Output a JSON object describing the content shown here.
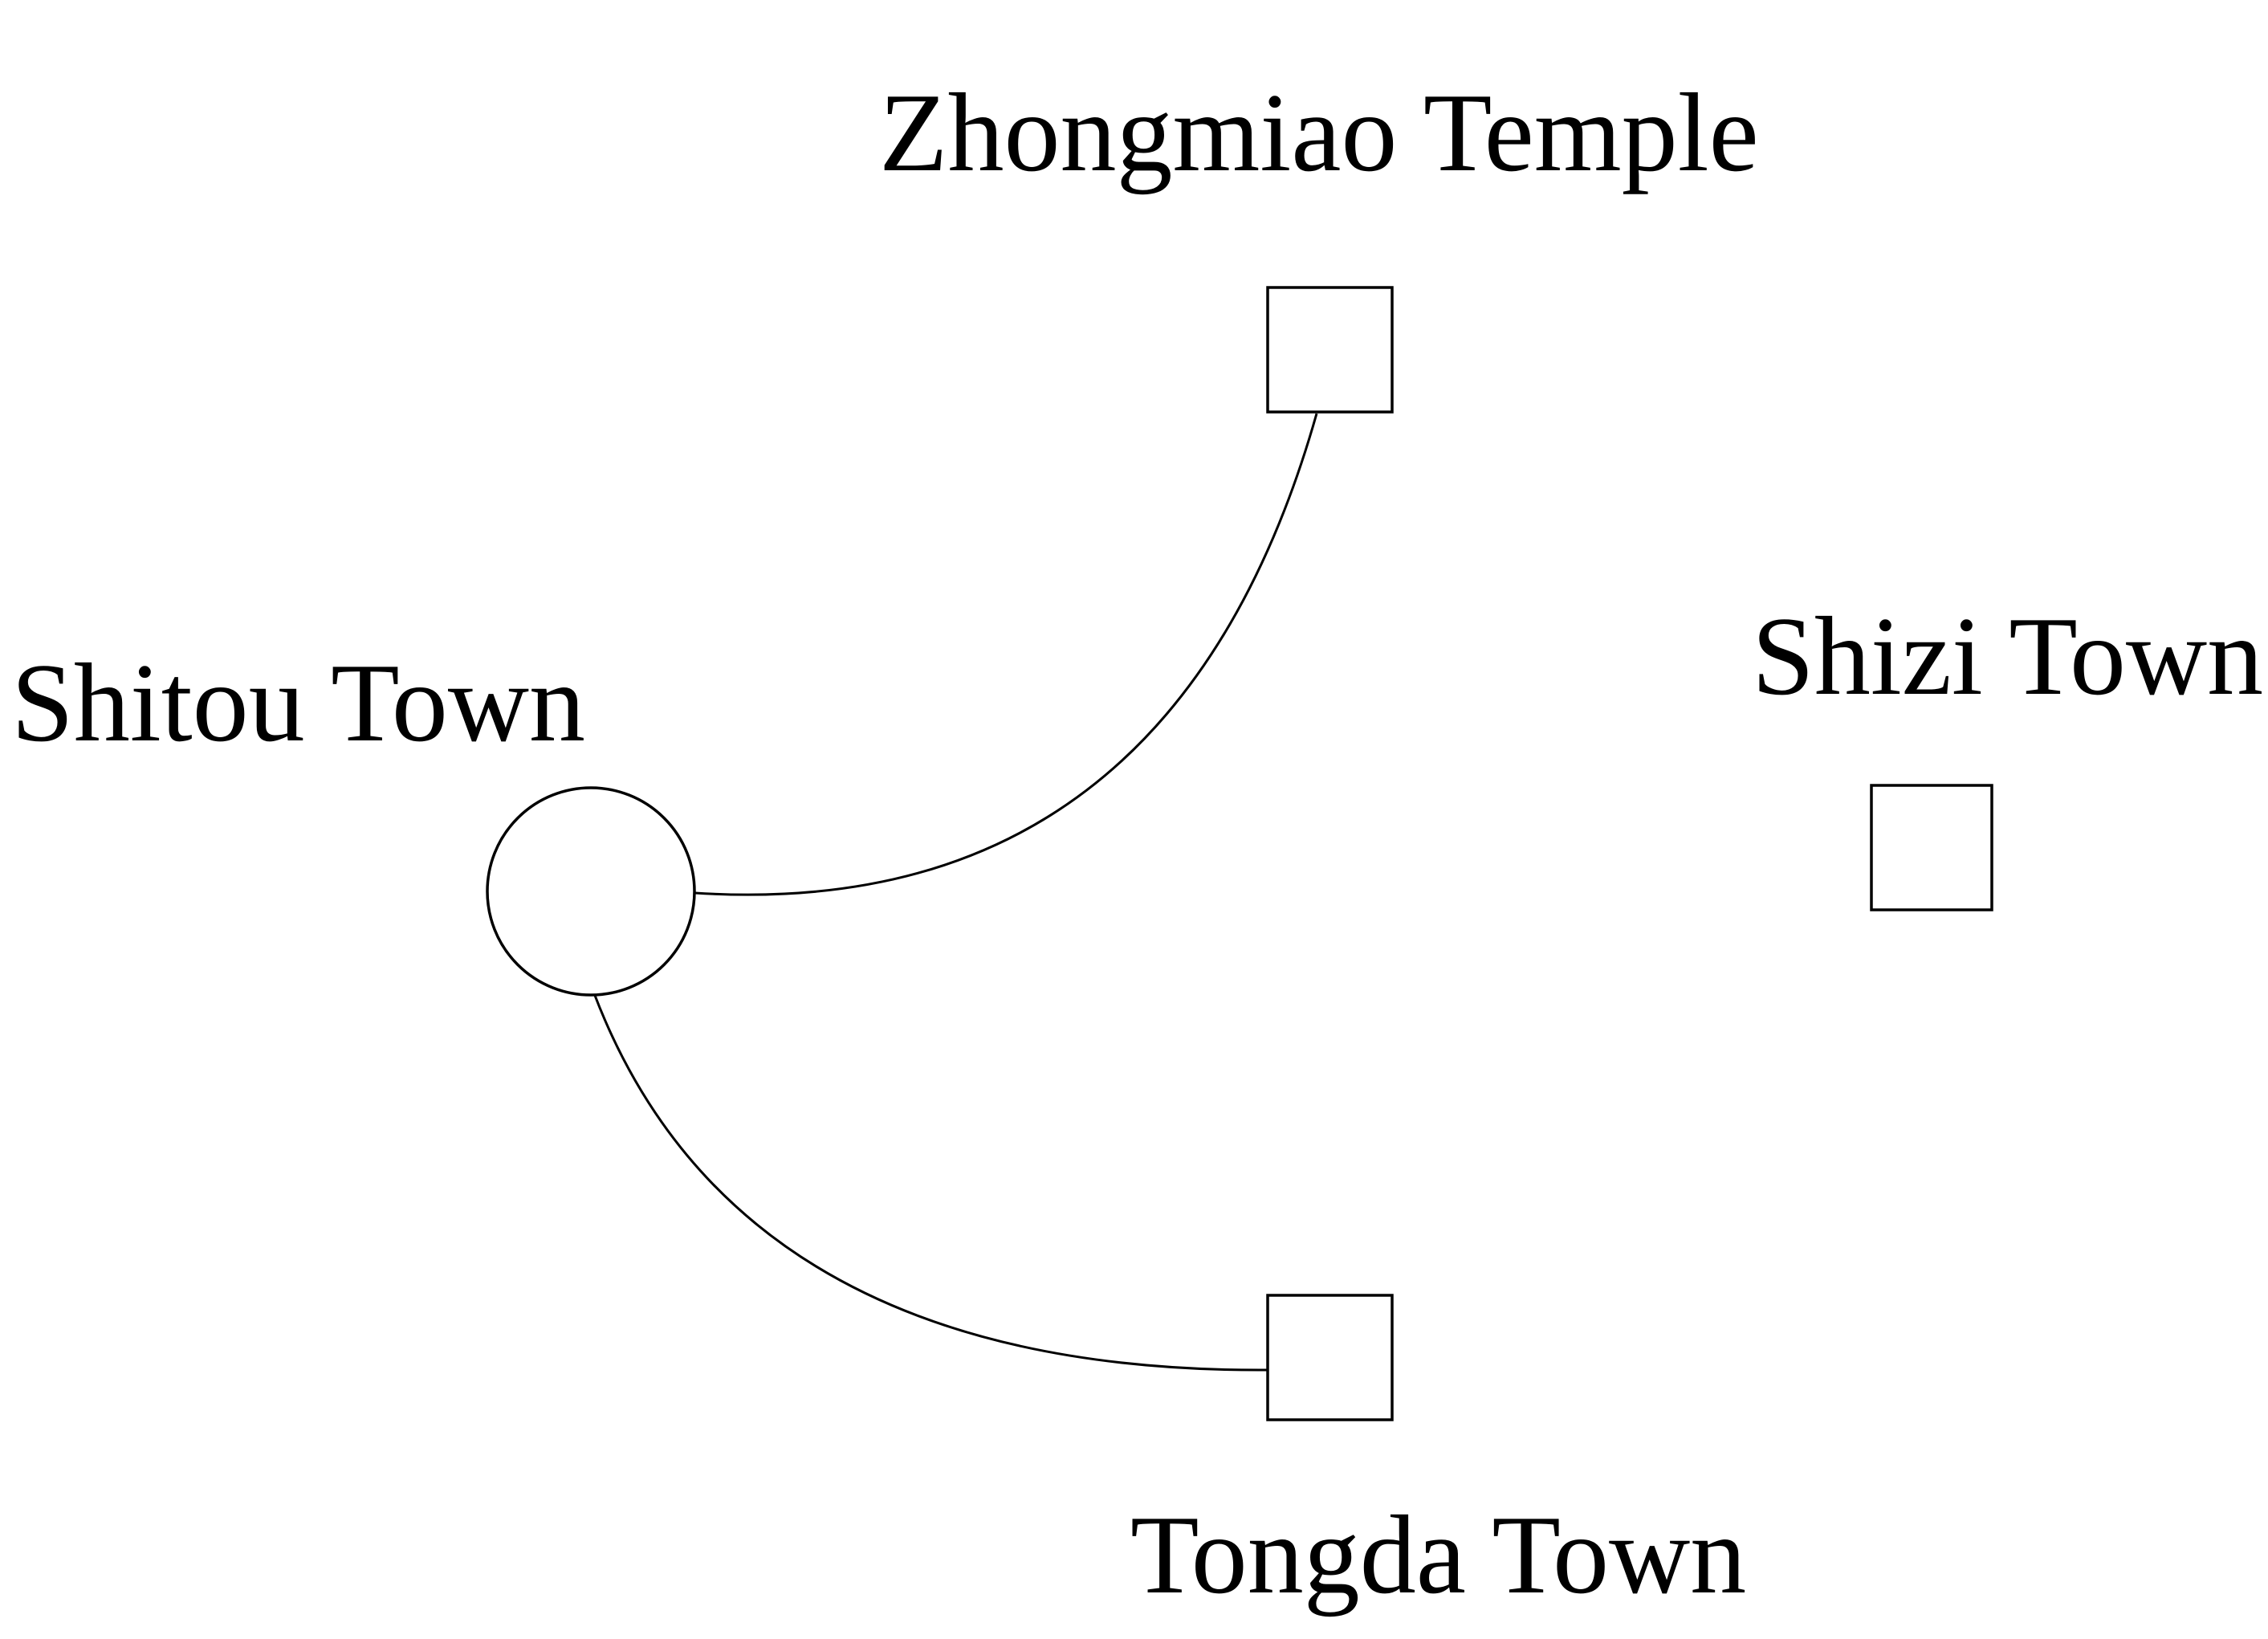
{
  "diagram": {
    "nodes": [
      {
        "id": "shitou",
        "label": "Shitou Town",
        "shape": "circle"
      },
      {
        "id": "zhongmiao",
        "label": "Zhongmiao Temple",
        "shape": "square"
      },
      {
        "id": "shizi",
        "label": "Shizi Town",
        "shape": "square"
      },
      {
        "id": "tongda",
        "label": "Tongda Town",
        "shape": "square"
      }
    ],
    "edges": [
      {
        "from": "shitou",
        "to": "zhongmiao"
      },
      {
        "from": "shitou",
        "to": "tongda"
      }
    ],
    "stroke_color": "#000000",
    "background_color": "#ffffff"
  }
}
